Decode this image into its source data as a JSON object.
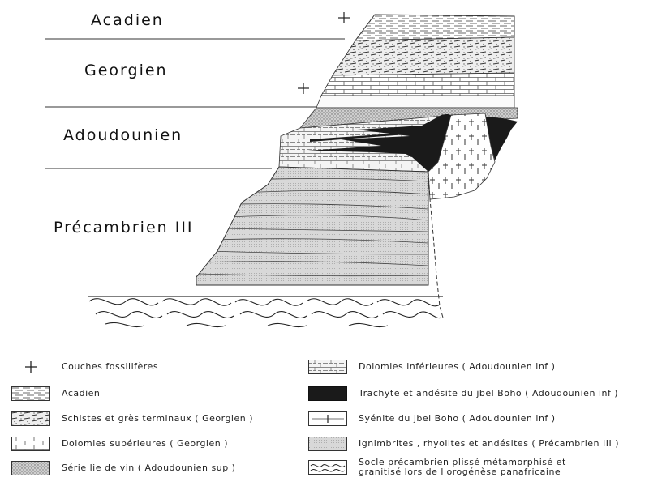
{
  "eras": [
    {
      "name": "Acadien"
    },
    {
      "name": "Georgien"
    },
    {
      "name": "Adoudounien"
    },
    {
      "name": "Précambrien III"
    }
  ],
  "legend": {
    "left": [
      {
        "label": "Couches fossilifères",
        "pattern": "cross-icon"
      },
      {
        "label": "Acadien",
        "pattern": "acadien-pattern"
      },
      {
        "label": "Schistes et grès terminaux ( Georgien )",
        "pattern": "schist-pattern"
      },
      {
        "label": "Dolomies supérieures ( Georgien )",
        "pattern": "brick-pattern"
      },
      {
        "label": "Série lie de vin ( Adoudounien sup )",
        "pattern": "dot-pattern"
      }
    ],
    "right": [
      {
        "label": "Dolomies inférieures ( Adoudounien inf )",
        "pattern": "lower-dolomite-pattern"
      },
      {
        "label": "Trachyte et andésite du jbel Boho ( Adoudounien inf )",
        "pattern": "solid-black"
      },
      {
        "label": "Syénite du jbel Boho ( Adoudounien inf )",
        "pattern": "syenite-pattern"
      },
      {
        "label": "Ignimbrites , rhyolites et andésites ( Précambrien III )",
        "pattern": "stipple-pattern"
      },
      {
        "label_lines": [
          "Socle précambrien plissé métamorphisé et",
          "granitisé lors de l'orogénèse panafricaine"
        ],
        "pattern": "wavy-pattern"
      }
    ]
  }
}
